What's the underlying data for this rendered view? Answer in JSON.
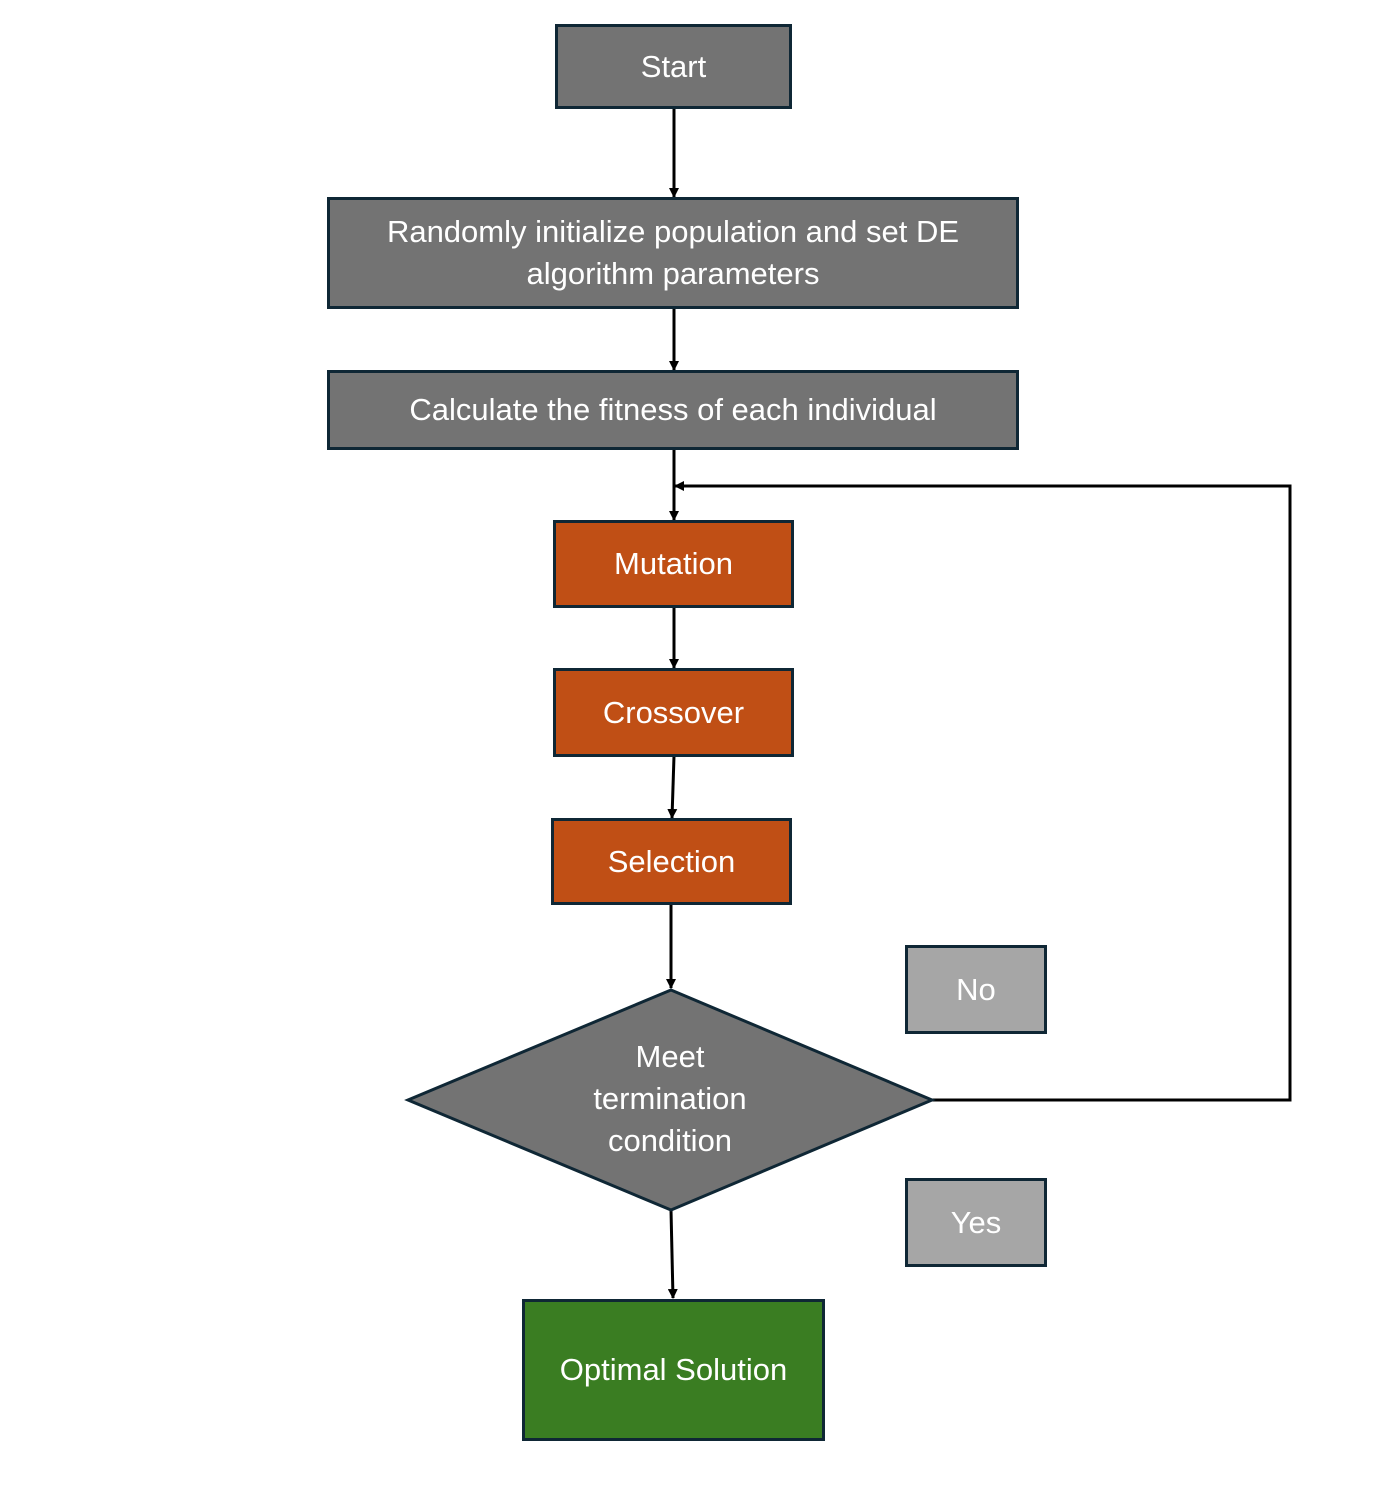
{
  "nodes": {
    "start": "Start",
    "initialize": "Randomly initialize population and set DE algorithm parameters",
    "fitness": "Calculate the fitness of each individual",
    "mutation": "Mutation",
    "crossover": "Crossover",
    "selection": "Selection",
    "decision_line1": "Meet",
    "decision_line2": "termination",
    "decision_line3": "condition",
    "optimal": "Optimal Solution"
  },
  "labels": {
    "no": "No",
    "yes": "Yes"
  },
  "colors": {
    "gray": "#737373",
    "orange": "#c04f15",
    "green": "#3a7d22",
    "label_gray": "#a6a6a6",
    "border": "#0f2735"
  }
}
